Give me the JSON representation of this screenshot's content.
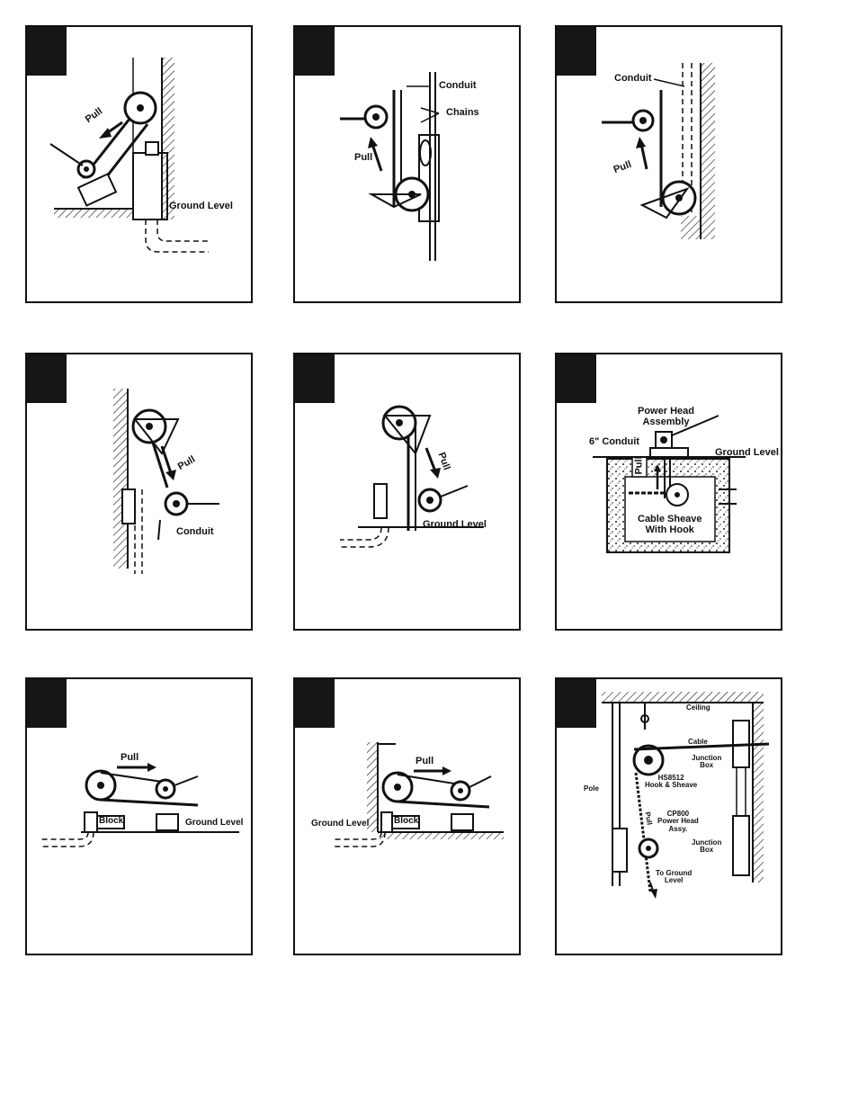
{
  "panels": {
    "p1": {
      "pull": "Pull",
      "ground_level": "Ground Level"
    },
    "p2": {
      "conduit": "Conduit",
      "chains": "Chains",
      "pull": "Pull"
    },
    "p3": {
      "conduit": "Conduit",
      "pull": "Pull"
    },
    "p4": {
      "pull": "Pull",
      "conduit": "Conduit"
    },
    "p5": {
      "pull": "Pull",
      "ground_level": "Ground Level"
    },
    "p6": {
      "power_head": "Power Head\nAssembly",
      "conduit": "6\" Conduit",
      "ground_level": "Ground Level",
      "pull": "Pull",
      "sheave": "Cable Sheave\nWith Hook"
    },
    "p7": {
      "pull": "Pull",
      "block": "Block",
      "ground_level": "Ground Level"
    },
    "p8": {
      "pull": "Pull",
      "block": "Block",
      "ground_level": "Ground Level"
    },
    "p9": {
      "ceiling": "Ceiling",
      "cable": "Cable",
      "junction_box_1": "Junction\nBox",
      "pole": "Pole",
      "hook_sheave": "HS8512\nHook & Sheave",
      "pull": "Pull",
      "power_head": "CP800\nPower Head\nAssy.",
      "junction_box_2": "Junction\nBox",
      "to_ground": "To Ground\nLevel"
    }
  }
}
